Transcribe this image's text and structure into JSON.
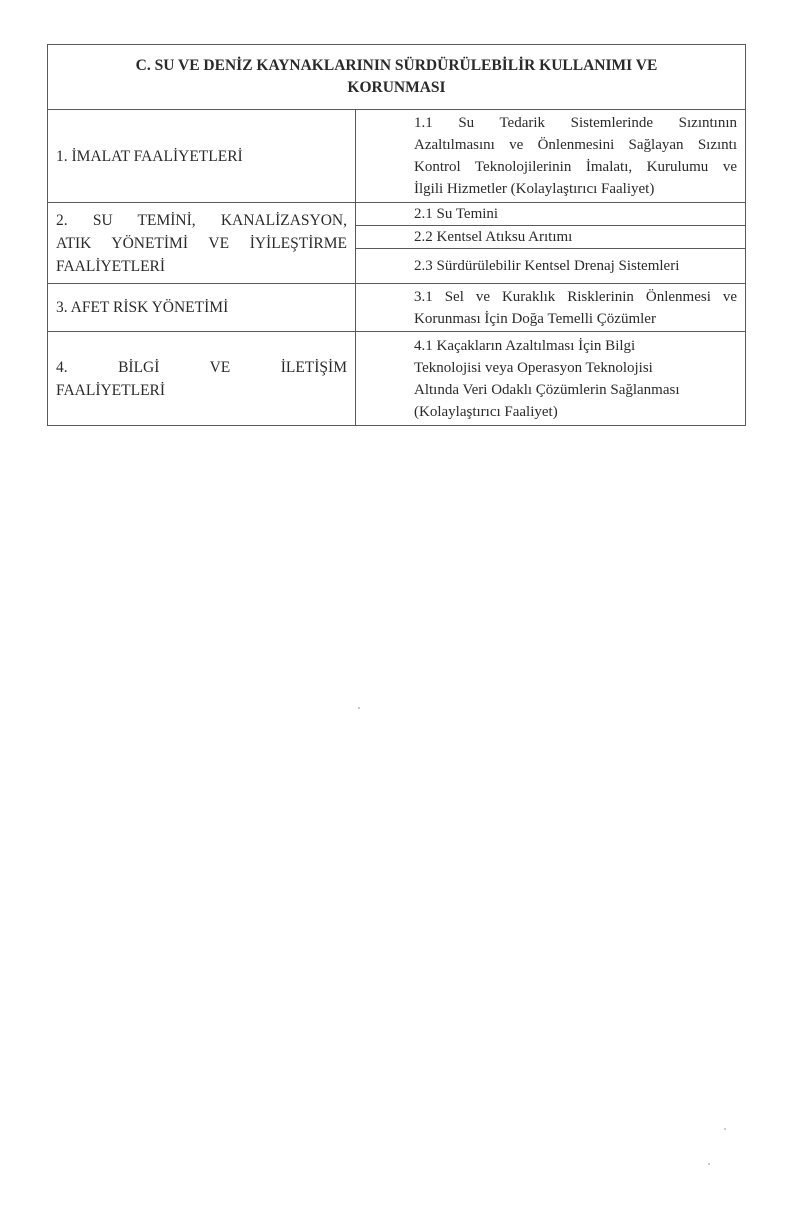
{
  "table": {
    "title_line1": "C. SU VE DENİZ KAYNAKLARININ SÜRDÜRÜLEBİLİR KULLANIMI VE",
    "title_line2": "KORUNMASI",
    "rows": [
      {
        "left_lines": [
          "1. İMALAT FAALİYETLERİ"
        ],
        "right_lines": [
          "1.1 Su Tedarik Sistemlerinde Sızıntının",
          "Azaltılmasını ve Önlenmesini Sağlayan Sızıntı",
          "Kontrol Teknolojilerinin İmalatı, Kurulumu ve",
          "İlgili Hizmetler (Kolaylaştırıcı Faaliyet)"
        ]
      },
      {
        "left_lines": [
          "2. SU TEMİNİ, KANALİZASYON,",
          "ATIK YÖNETİMİ VE İYİLEŞTİRME",
          "FAALİYETLERİ"
        ],
        "sub_items": [
          "2.1 Su Temini",
          "2.2 Kentsel Atıksu Arıtımı",
          "2.3 Sürdürülebilir Kentsel Drenaj Sistemleri"
        ]
      },
      {
        "left_lines": [
          "3. AFET RİSK YÖNETİMİ"
        ],
        "right_lines": [
          "3.1 Sel ve Kuraklık Risklerinin Önlenmesi ve",
          "Korunması İçin Doğa Temelli Çözümler"
        ]
      },
      {
        "left_lines": [
          "4. BİLGİ VE İLETİŞİM",
          "FAALİYETLERİ"
        ],
        "right_lines": [
          "4.1 Kaçakların Azaltılması İçin Bilgi",
          "Teknolojisi veya Operasyon Teknolojisi",
          "Altında Veri Odaklı Çözümlerin Sağlanması",
          "(Kolaylaştırıcı Faaliyet)"
        ]
      }
    ]
  }
}
